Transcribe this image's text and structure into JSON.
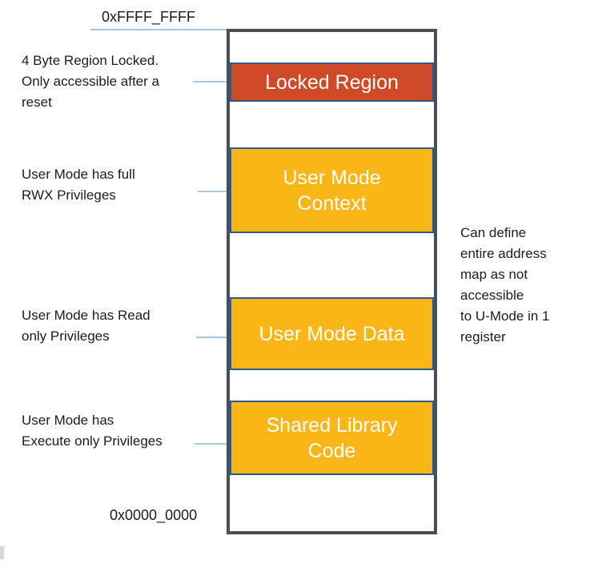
{
  "diagram": {
    "top_address": "0xFFFF_FFFF",
    "bottom_address": "0x0000_0000",
    "regions": [
      {
        "name": "locked-region",
        "lines": [
          "Locked Region",
          ""
        ],
        "color": "#d04a28"
      },
      {
        "name": "user-mode-context",
        "lines": [
          "User Mode",
          "Context"
        ],
        "color": "#f9b616"
      },
      {
        "name": "user-mode-data",
        "lines": [
          "User Mode Data",
          ""
        ],
        "color": "#f9b616"
      },
      {
        "name": "shared-library-code",
        "lines": [
          "Shared Library",
          "Code"
        ],
        "color": "#f9b616"
      }
    ],
    "left_annotations": [
      {
        "lines": [
          "4 Byte Region Locked.",
          "Only accessible after a",
          "reset"
        ]
      },
      {
        "lines": [
          "User Mode has full",
          "RWX Privileges",
          ""
        ]
      },
      {
        "lines": [
          "User Mode has Read",
          "only Privileges",
          ""
        ]
      },
      {
        "lines": [
          "User Mode has",
          "Execute only Privileges",
          ""
        ]
      }
    ],
    "right_annotation": {
      "lines": [
        "Can define",
        "entire address",
        "map as not",
        "accessible",
        "to U-Mode in 1",
        "register"
      ]
    },
    "colors": {
      "locked_region_fill": "#d04a28",
      "user_region_fill": "#f9b616",
      "region_border": "#2d5a8e",
      "map_border": "#4a4e57",
      "connector_line": "#a9c7e1",
      "region_text": "#ffffff",
      "annotation_text": "#1c1c1c"
    }
  }
}
